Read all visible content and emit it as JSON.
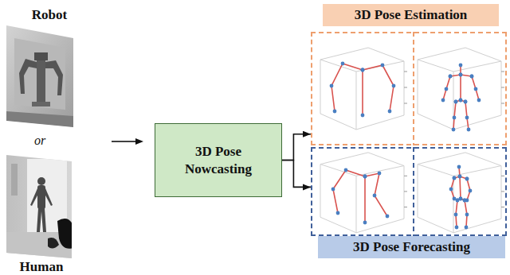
{
  "diagram": {
    "nodes": [
      {
        "text": [
          "3D Pose Nowcasting"
        ]
      },
      {
        "text": [
          "3D Pose Estimation"
        ]
      },
      {
        "text": [
          "3D Pose Forecasting"
        ]
      }
    ],
    "edges": [
      {
        "from": 0,
        "to": 1,
        "arrow": "to"
      },
      {
        "from": 0,
        "to": 2,
        "arrow": "to"
      }
    ],
    "labels": [
      "Robot",
      "or",
      "Human"
    ]
  }
}
